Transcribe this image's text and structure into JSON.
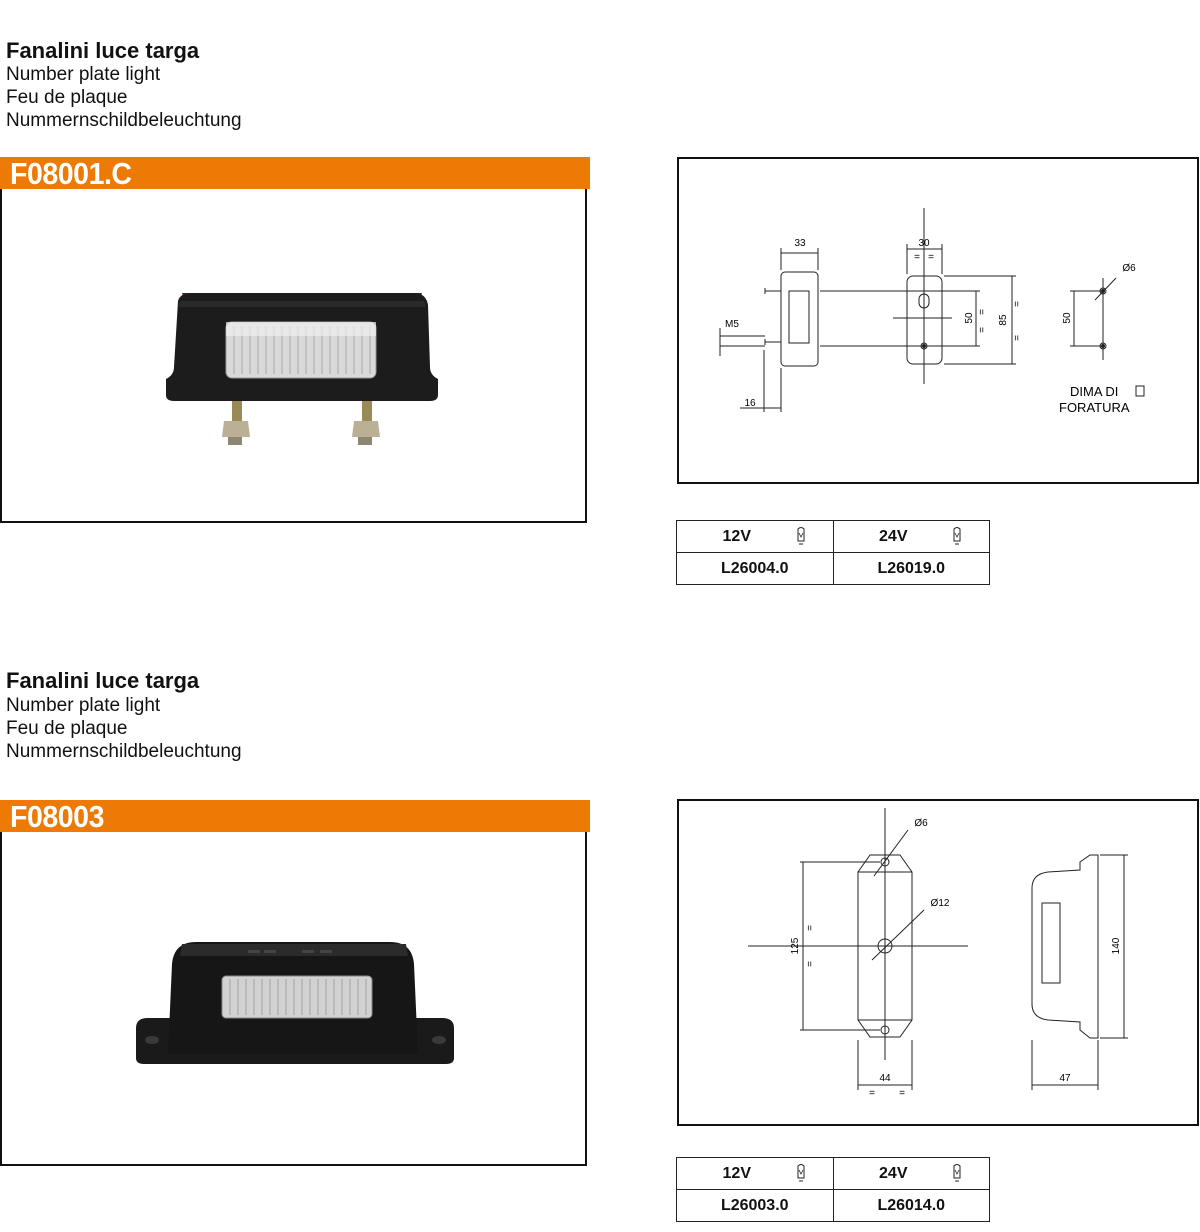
{
  "products": [
    {
      "title": "Fanalini luce targa",
      "subtitles": [
        "Number plate light",
        "Feu de plaque",
        "Nummernschildbeleuchtung"
      ],
      "code": "F08001.C",
      "drawing": {
        "dim_depth": "33",
        "dim_width": "30",
        "dim_hole": "Ø6",
        "dim_thread": "M5",
        "dim_holes": "50",
        "dim_height": "85",
        "dim_stud": "16",
        "dim_template_holes": "50",
        "template_label_1": "DIMA DI",
        "template_label_2": "FORATURA",
        "equal": "="
      },
      "bulbs": {
        "v12": "12V",
        "v24": "24V",
        "code12": "L26004.0",
        "code24": "L26019.0"
      }
    },
    {
      "title": "Fanalini luce targa",
      "subtitles": [
        "Number plate light",
        "Feu de plaque",
        "Nummernschildbeleuchtung"
      ],
      "code": "F08003",
      "drawing": {
        "dim_hole_small": "Ø6",
        "dim_hole_large": "Ø12",
        "dim_holes": "125",
        "dim_width": "44",
        "dim_height": "140",
        "dim_depth": "47",
        "equal": "="
      },
      "bulbs": {
        "v12": "12V",
        "v24": "24V",
        "code12": "L26003.0",
        "code24": "L26014.0"
      }
    }
  ],
  "colors": {
    "accent": "#ec7a05",
    "text": "#111111",
    "lamp_body": "#1b1b1b",
    "lens": "#d8d8d8"
  }
}
